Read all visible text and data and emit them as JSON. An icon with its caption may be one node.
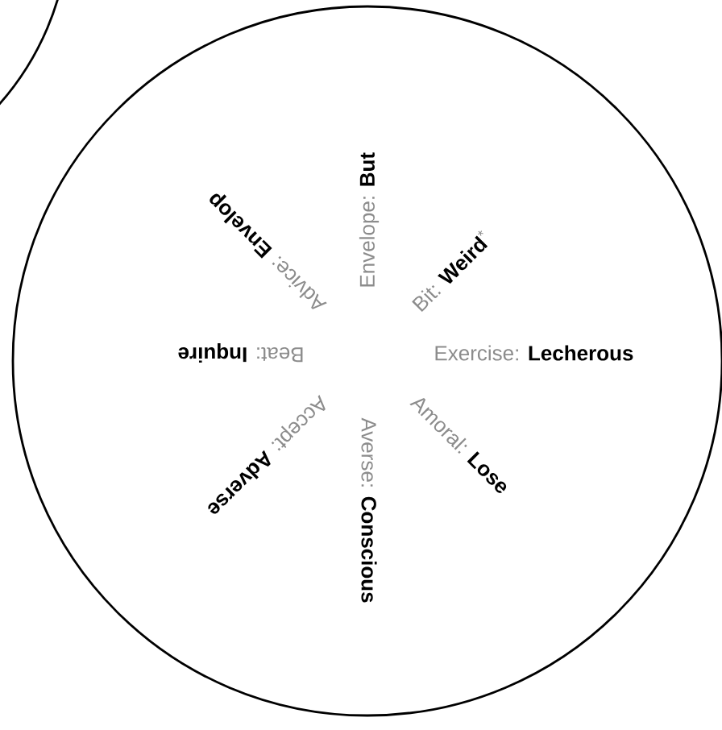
{
  "diagram": {
    "nodes": [
      {
        "text": [],
        "shape": "circle"
      },
      {
        "text": [
          "Envelope: **But**",
          "Advice: **Envelop**",
          "Bit: **Weird**$^{*}$",
          "Beat: **Inquire**",
          "Exercise: **Lecherous**",
          "Accept: **Adverse**",
          "Averse: **Conscious**",
          "Amoral: **Lose**"
        ]
      }
    ]
  }
}
